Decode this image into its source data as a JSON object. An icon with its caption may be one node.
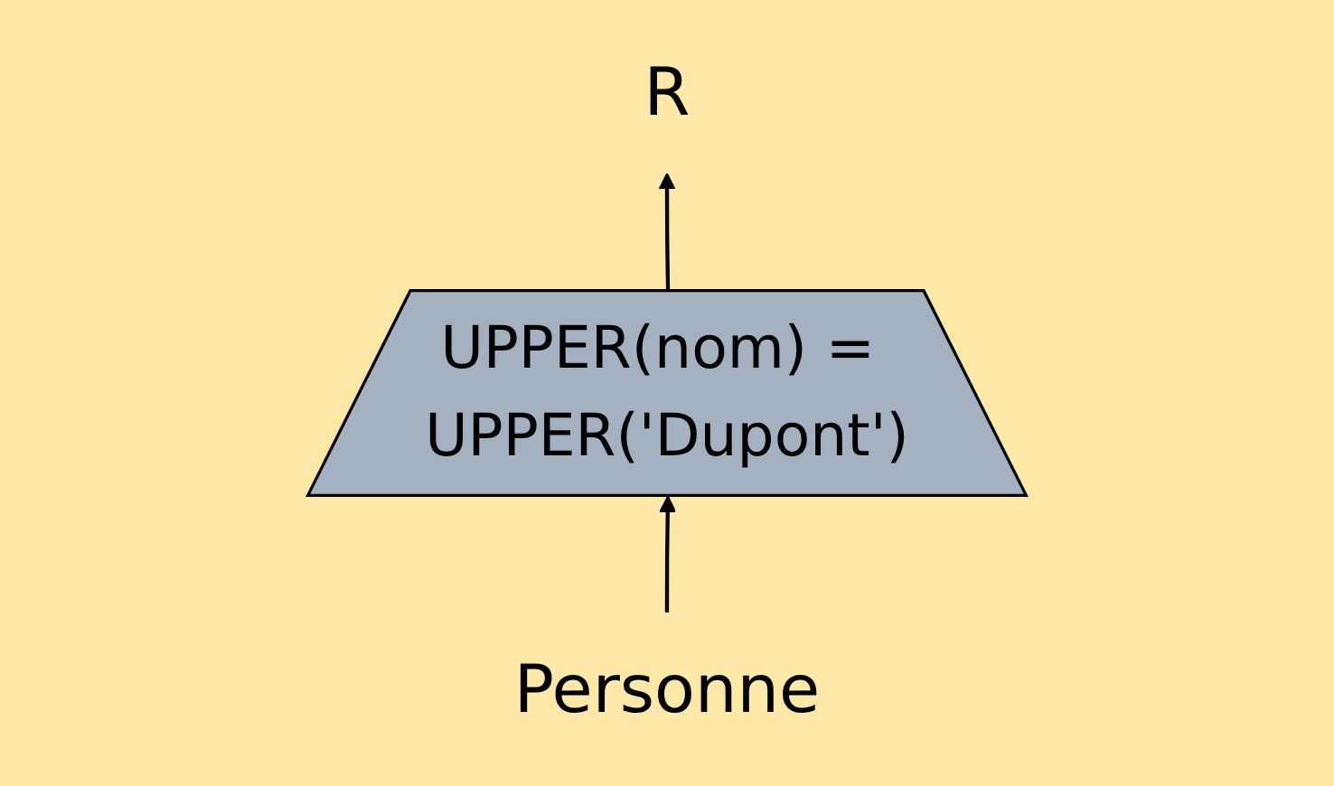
{
  "diagram": {
    "nodes": [
      {
        "text": [
          "R"
        ]
      },
      {
        "text": [
          "UPPER(nom) = UPPER('Dupont')"
        ]
      },
      {
        "text": [
          "Personne"
        ]
      }
    ],
    "edges": [
      {
        "from": 2,
        "to": 1,
        "arrow": "to"
      },
      {
        "from": 1,
        "to": 0,
        "arrow": "to"
      }
    ]
  }
}
